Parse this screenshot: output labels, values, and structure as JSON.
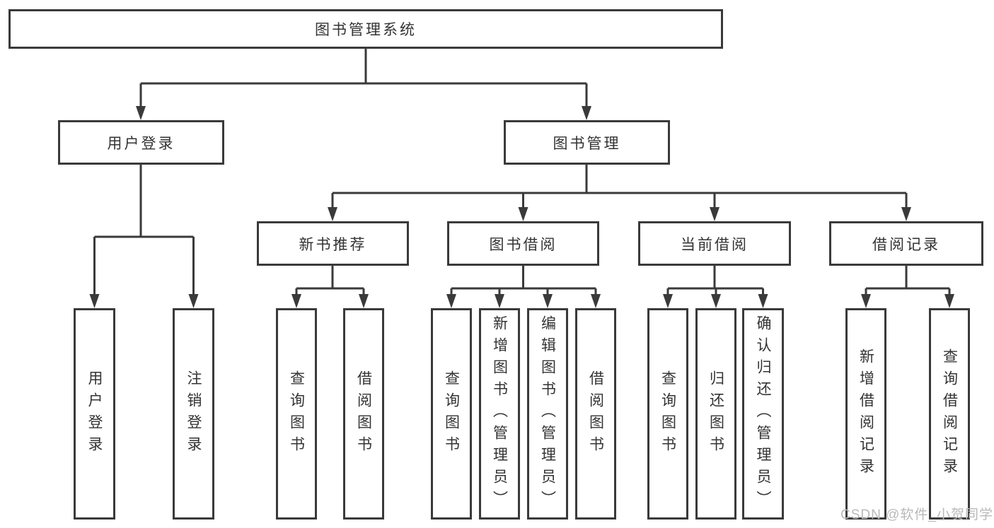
{
  "diagram": {
    "root": "图书管理系统",
    "level2": {
      "user_login": "用户登录",
      "book_mgmt": "图书管理"
    },
    "level3": {
      "new_book": "新书推荐",
      "book_borrow": "图书借阅",
      "current_borrow": "当前借阅",
      "borrow_record": "借阅记录"
    },
    "leaves": {
      "user_login": "用户登录",
      "logout": "注销登录",
      "nb_query": "查询图书",
      "nb_borrow": "借阅图书",
      "bb_query": "查询图书",
      "bb_add": "新增图书（管理员）",
      "bb_edit": "编辑图书（管理员）",
      "bb_borrow": "借阅图书",
      "cb_query": "查询图书",
      "cb_return": "归还图书",
      "cb_confirm": "确认归还（管理员）",
      "br_add": "新增借阅记录",
      "br_query": "查询借阅记录"
    }
  },
  "watermark": "CSDN @软件_小贺同学",
  "colors": {
    "line": "#3a3a3a",
    "text": "#333333",
    "background": "#ffffff",
    "watermark": "#b9b9b9"
  }
}
